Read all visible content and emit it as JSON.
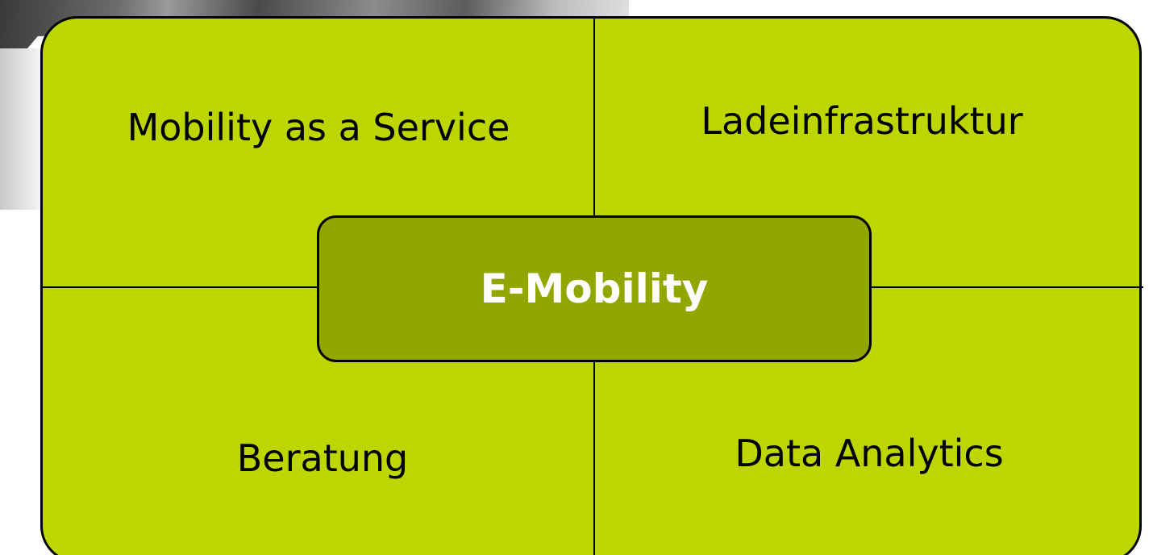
{
  "diagram": {
    "center": "E-Mobility",
    "quadrants": {
      "top_left": "Mobility as a Service",
      "top_right": "Ladeinfrastruktur",
      "bottom_left": "Beratung",
      "bottom_right": "Data Analytics"
    }
  },
  "colors": {
    "quadrant_fill": "#bed600",
    "center_fill": "#92a600",
    "center_text": "#ffffff",
    "border": "#000000"
  }
}
